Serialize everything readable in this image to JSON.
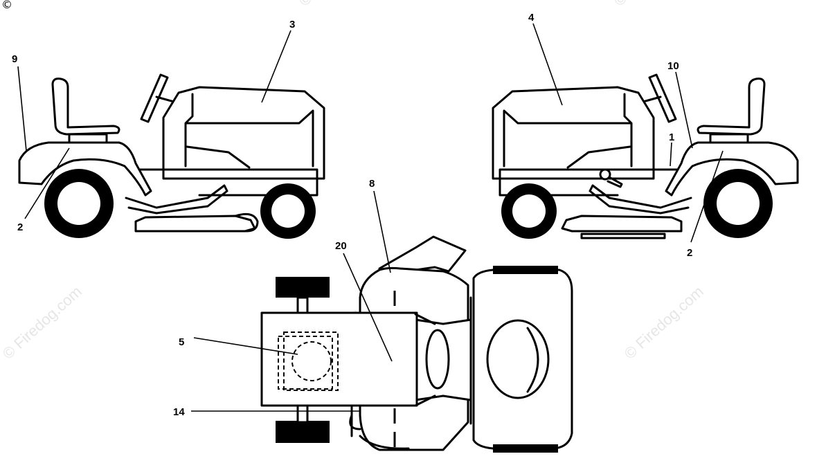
{
  "watermark": "© Firedog.com",
  "copyright_glyph": "©",
  "callouts": {
    "c3": "3",
    "c4": "4",
    "c9": "9",
    "c10": "10",
    "c1": "1",
    "c2_left": "2",
    "c2_right": "2",
    "c8": "8",
    "c20": "20",
    "c5": "5",
    "c14": "14"
  }
}
